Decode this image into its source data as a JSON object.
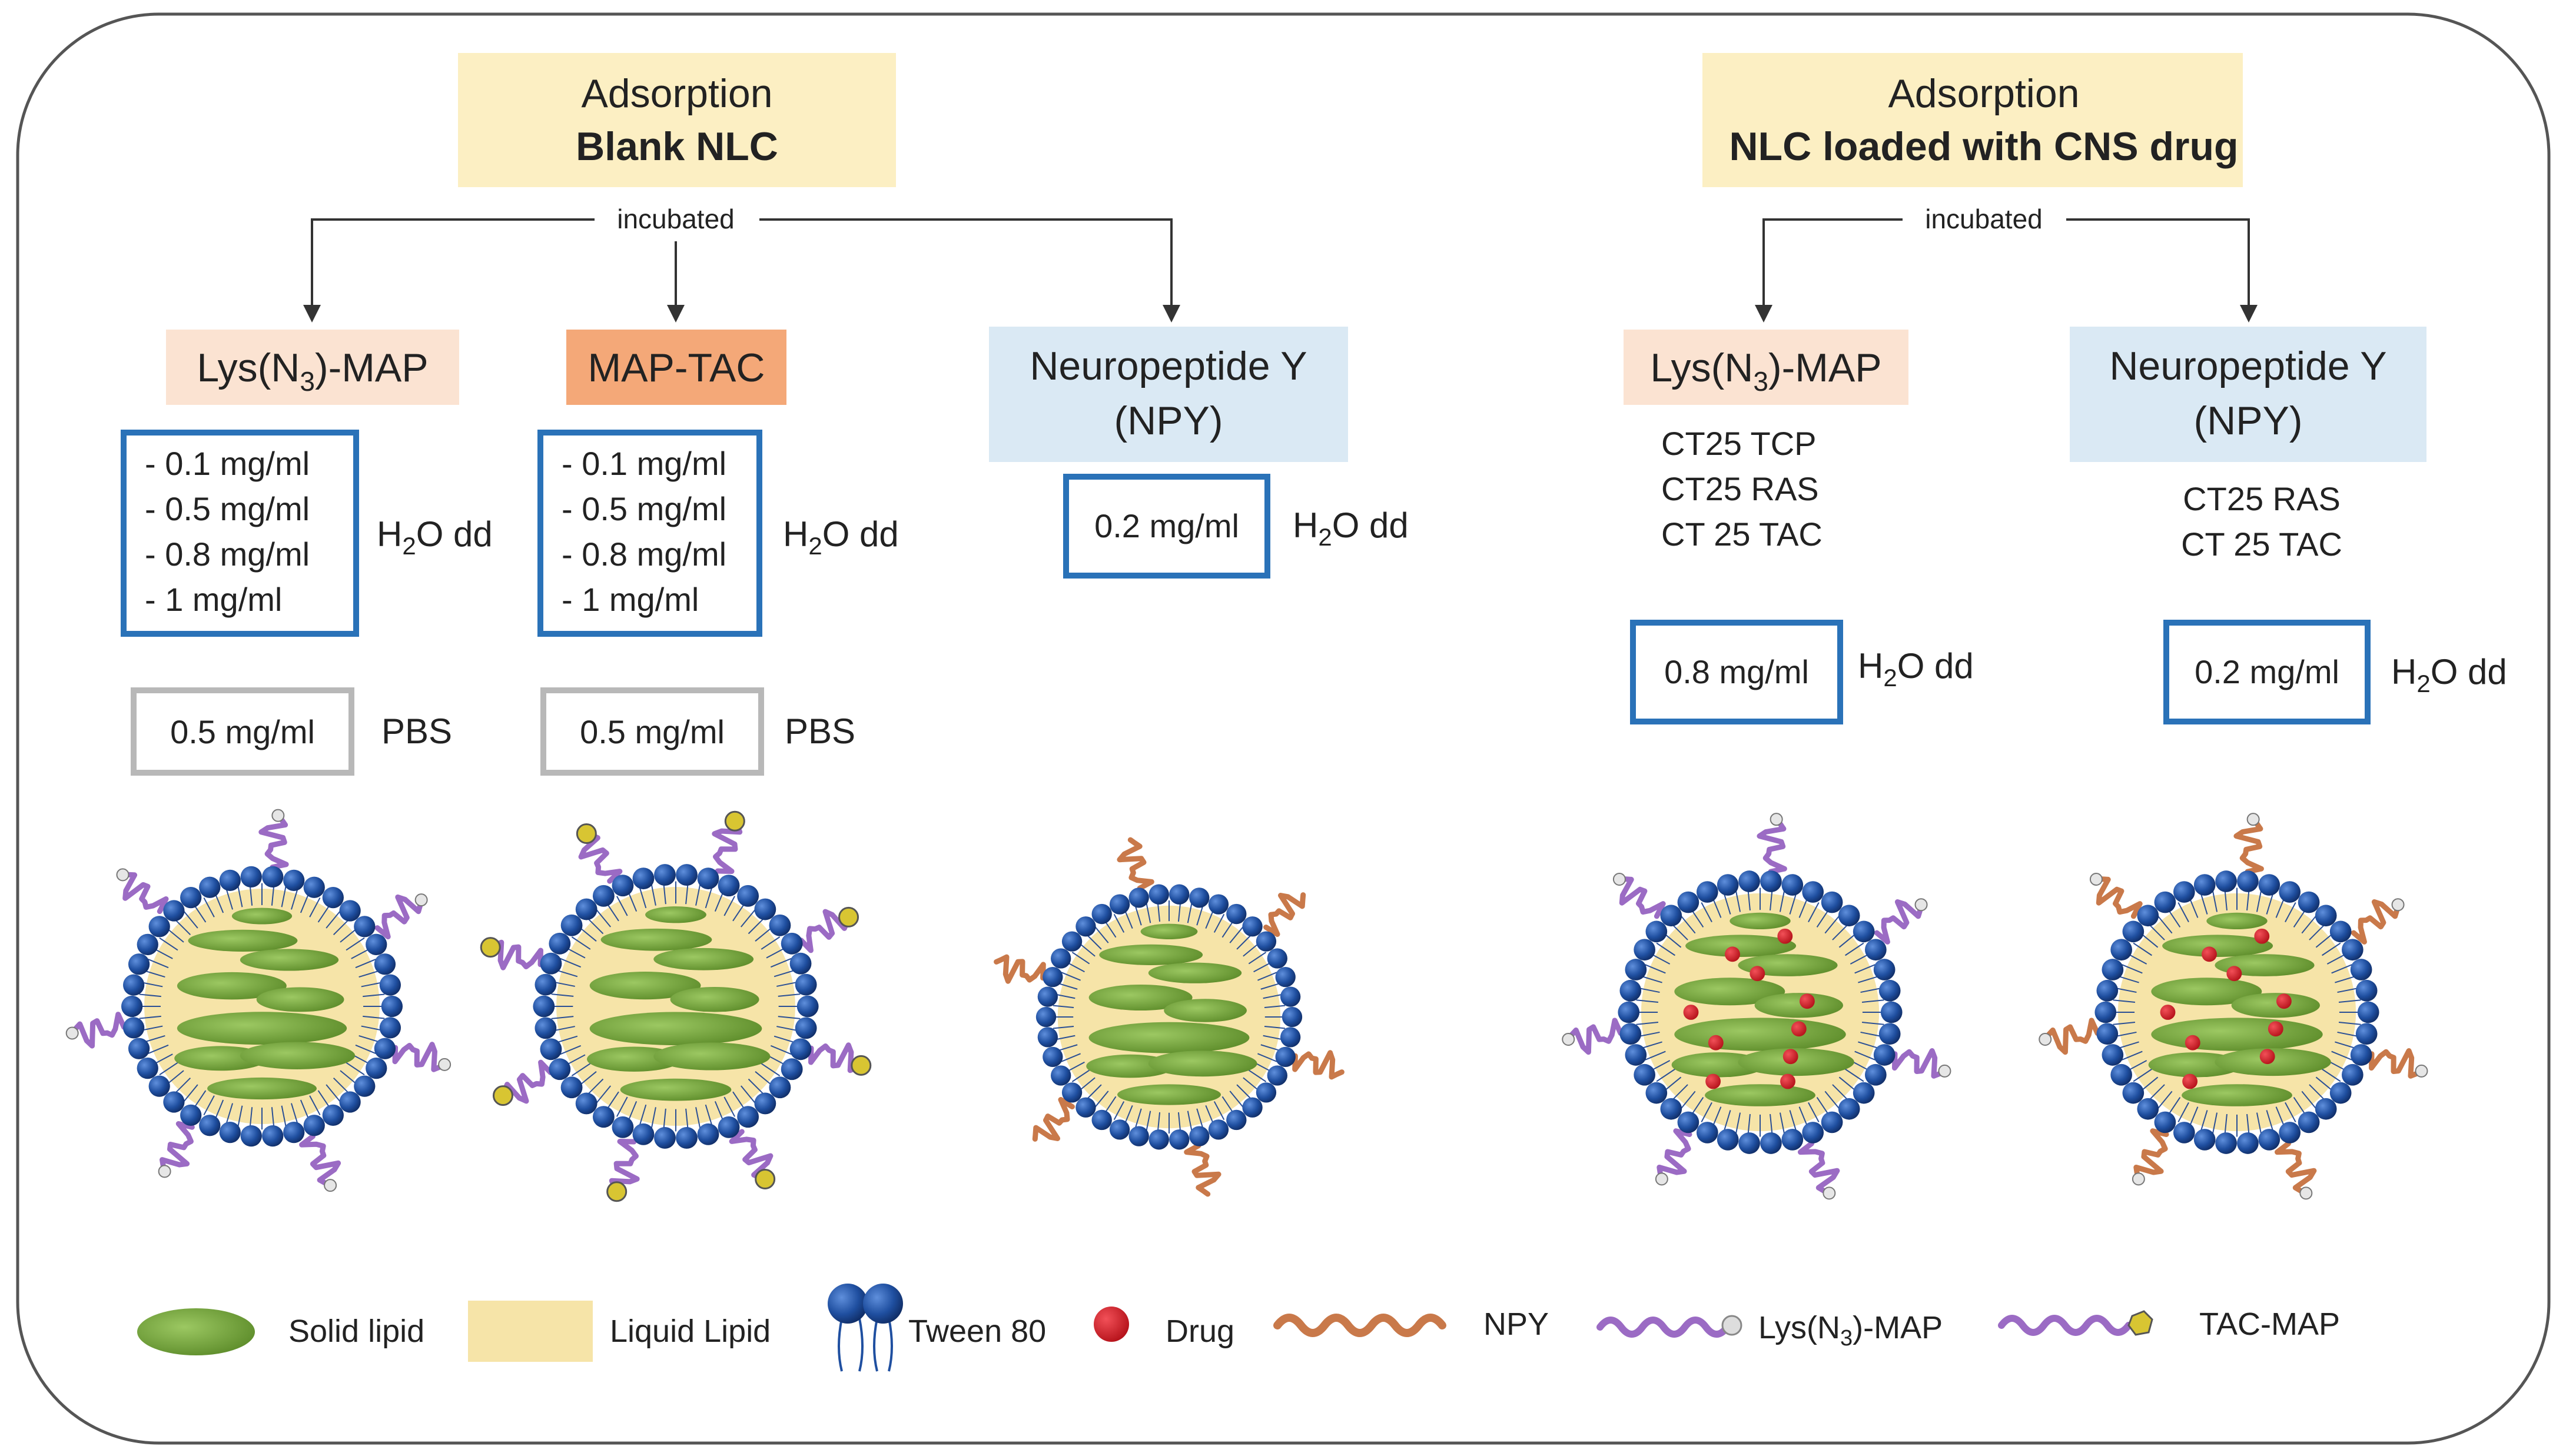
{
  "left_panel": {
    "header_line1": "Adsorption",
    "header_line2": "Blank NLC",
    "incubated": "incubated",
    "col1": {
      "label_pre": "Lys(N",
      "label_sub": "3",
      "label_post": ")-MAP",
      "concentrations": [
        "- 0.1 mg/ml",
        "- 0.5 mg/ml",
        "- 0.8 mg/ml",
        "- 1 mg/ml"
      ],
      "solvent_pre": "H",
      "solvent_sub": "2",
      "solvent_post": "O dd",
      "pbs_value": "0.5 mg/ml",
      "pbs_label": "PBS"
    },
    "col2": {
      "label": "MAP-TAC",
      "concentrations": [
        "- 0.1 mg/ml",
        "- 0.5 mg/ml",
        "- 0.8 mg/ml",
        "- 1 mg/ml"
      ],
      "solvent_pre": "H",
      "solvent_sub": "2",
      "solvent_post": "O dd",
      "pbs_value": "0.5 mg/ml",
      "pbs_label": "PBS"
    },
    "col3": {
      "label_line1": "Neuropeptide Y",
      "label_line2": "(NPY)",
      "value": "0.2 mg/ml",
      "solvent_pre": "H",
      "solvent_sub": "2",
      "solvent_post": "O dd"
    }
  },
  "right_panel": {
    "header_line1": "Adsorption",
    "header_line2": "NLC loaded with CNS drug",
    "incubated": "incubated",
    "col4": {
      "label_pre": "Lys(N",
      "label_sub": "3",
      "label_post": ")-MAP",
      "drugs": [
        "CT25 TCP",
        "CT25 RAS",
        "CT 25 TAC"
      ],
      "value": "0.8 mg/ml",
      "solvent_pre": "H",
      "solvent_sub": "2",
      "solvent_post": "O dd"
    },
    "col5": {
      "label_line1": "Neuropeptide Y",
      "label_line2": "(NPY)",
      "drugs": [
        "CT25 RAS",
        "CT 25 TAC"
      ],
      "value": "0.2 mg/ml",
      "solvent_pre": "H",
      "solvent_sub": "2",
      "solvent_post": "O dd"
    }
  },
  "legend": {
    "solid_lipid": "Solid lipid",
    "liquid_lipid": "Liquid Lipid",
    "tween": "Tween 80",
    "drug": "Drug",
    "npy": "NPY",
    "lys_pre": "Lys(N",
    "lys_sub": "3",
    "lys_post": ")-MAP",
    "tac_map": "TAC-MAP"
  },
  "colors": {
    "frame": "#555555",
    "header_fill": "#fcefc3",
    "lys_fill": "#fbe3d2",
    "tac_fill": "#f4a878",
    "npy_fill": "#dae9f4",
    "box_blue": "#2a72b8",
    "box_gray": "#b8b8b8",
    "bead_blue": "#1f4fa0",
    "liquid_lipid": "#f6e4a8",
    "solid_lipid": "#7bab45",
    "drug_red": "#d8232a",
    "npy_chain": "#c9794a",
    "map_chain": "#9b6bc4",
    "tac_tip": "#d8c532"
  }
}
